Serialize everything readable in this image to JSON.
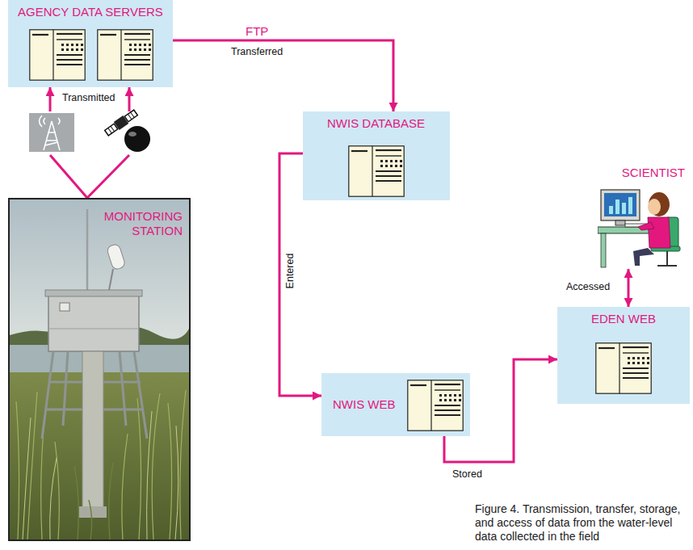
{
  "diagram": {
    "caption": "Figure 4. Transmission, transfer, storage, and access of data from the water-level data collected in the field",
    "nodes": [
      {
        "text": [
          "AGENCY DATA SERVERS"
        ]
      },
      {
        "text": [
          "NWIS DATABASE"
        ]
      },
      {
        "text": [
          "SCIENTIST"
        ]
      },
      {
        "text": [
          "MONITORING STATION"
        ]
      },
      {
        "text": [
          "NWIS WEB"
        ]
      },
      {
        "text": [
          "EDEN WEB"
        ]
      }
    ],
    "edges": [
      {
        "from": 3,
        "to": 0,
        "label": "Transmitted",
        "arrow": "to"
      },
      {
        "from": 0,
        "to": 1,
        "label": "Transferred",
        "arrow": "to"
      },
      {
        "from": 1,
        "to": 4,
        "label": "Entered",
        "arrow": "to"
      },
      {
        "from": 4,
        "to": 5,
        "label": "Stored",
        "arrow": "to"
      },
      {
        "from": 5,
        "to": 2,
        "label": "Accessed",
        "arrow": "both"
      }
    ],
    "labels": [
      "FTP"
    ]
  }
}
